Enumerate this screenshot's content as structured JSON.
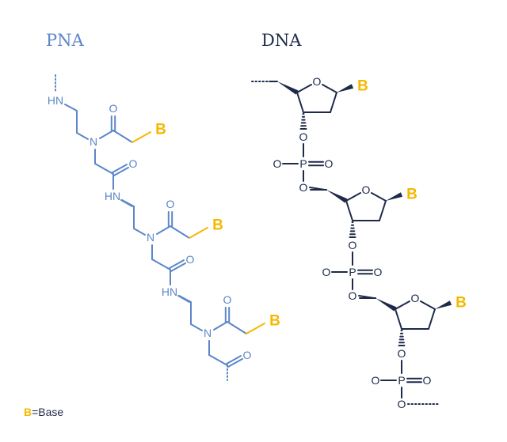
{
  "colors": {
    "pna": "#5b86c8",
    "dna": "#1e2a4a",
    "base": "#f5b800",
    "background": "#ffffff"
  },
  "pna": {
    "title": "PNA",
    "amine": "HN",
    "nitrogen": "N",
    "oxygen": "O",
    "base": "B"
  },
  "dna": {
    "title": "DNA",
    "oxygen": "O",
    "phosphorus": "P",
    "base": "B"
  },
  "legend": {
    "symbol": "B",
    "text": "=Base"
  }
}
